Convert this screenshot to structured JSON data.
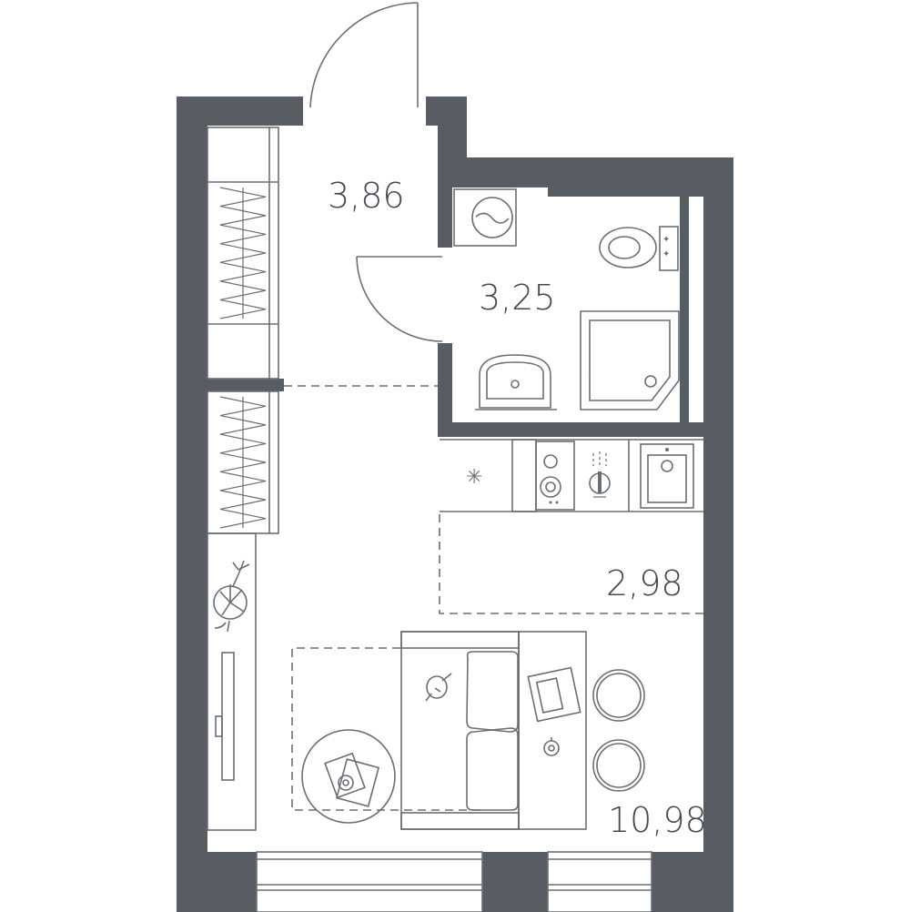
{
  "rooms": [
    {
      "id": "hallway",
      "area": "3,86"
    },
    {
      "id": "bathroom",
      "area": "3,25"
    },
    {
      "id": "kitchen",
      "area": "2,98"
    },
    {
      "id": "living",
      "area": "10,98"
    }
  ],
  "colors": {
    "wall": "#585c63",
    "line": "#6a6e75",
    "text": "#454a52",
    "background": "#ffffff"
  },
  "icons": [
    "washing-machine-icon",
    "toilet-icon",
    "shower-tray-icon",
    "washbasin-icon",
    "fridge-icon",
    "cooktop-icon",
    "hood-icon",
    "kitchen-sink-icon",
    "wardrobe-icon",
    "plant-icon",
    "tv-icon",
    "sofa-icon",
    "coffee-table-icon",
    "desk-icon",
    "laptop-icon",
    "chair-icon",
    "door-icon",
    "window-icon"
  ]
}
